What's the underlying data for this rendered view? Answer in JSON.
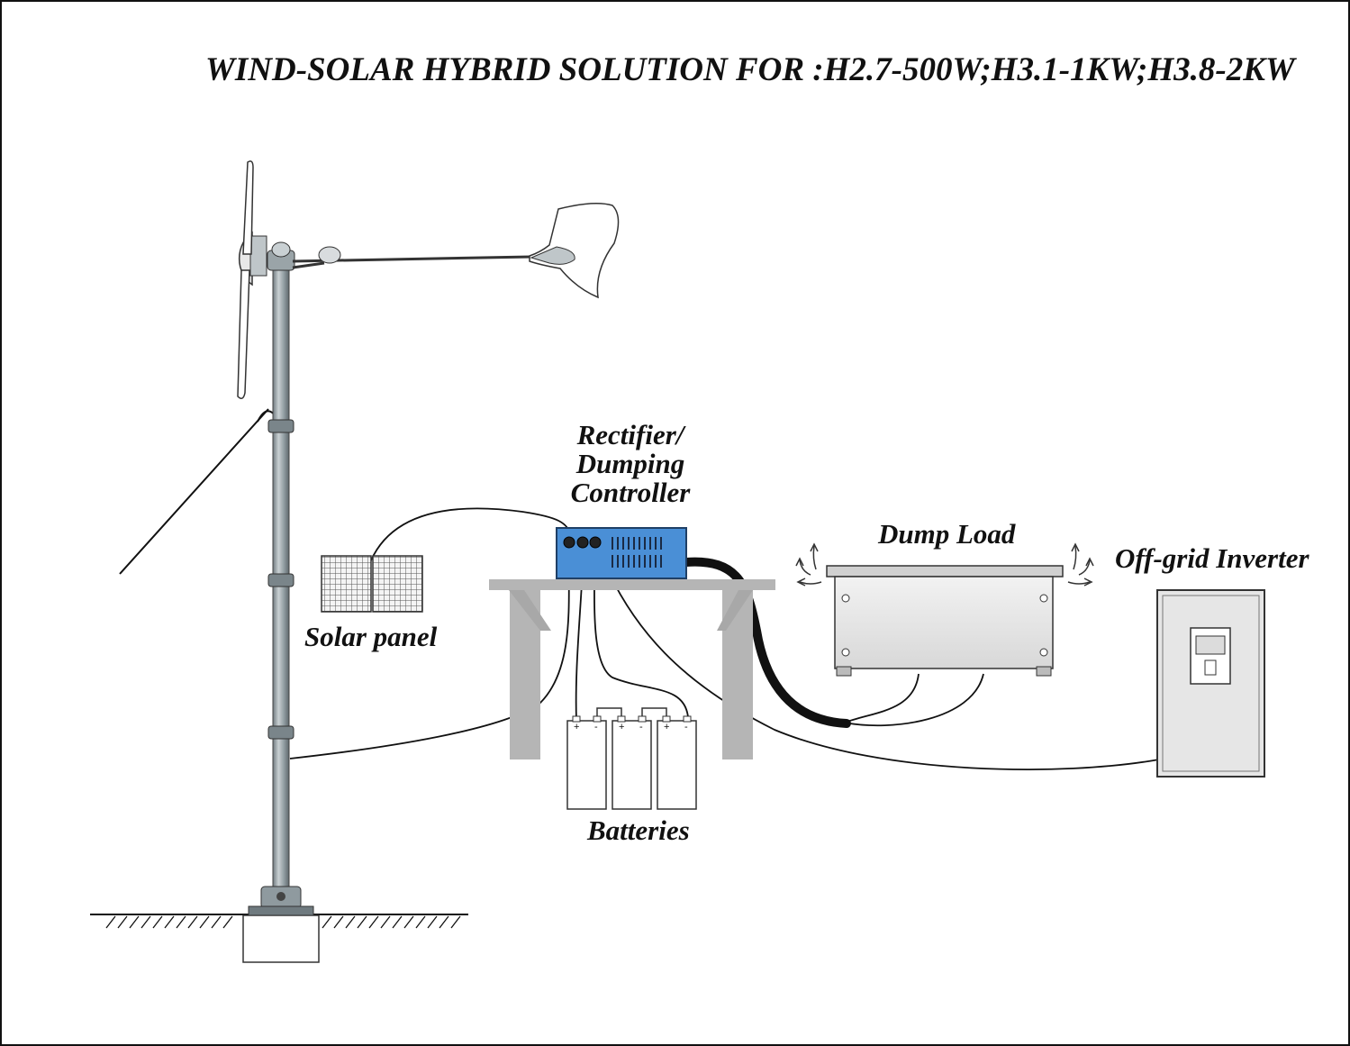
{
  "title": "WIND-SOLAR HYBRID SOLUTION FOR :H2.7-500W;H3.1-1KW;H3.8-2KW",
  "labels": {
    "controller_line1": "Rectifier/",
    "controller_line2": "Dumping",
    "controller_line3": "Controller",
    "dump_load": "Dump Load",
    "inverter": "Off-grid Inverter",
    "solar_panel": "Solar panel",
    "batteries": "Batteries"
  },
  "battery_terminals": {
    "positive": "+",
    "negative": "-"
  },
  "colors": {
    "controller_blue": "#4a8fd6",
    "pole_gray": "#8f9a9f",
    "table_gray": "#b5b5b5",
    "line": "#111111"
  },
  "icons": [
    "wind-turbine-icon",
    "solar-panel-icon",
    "controller-box-icon",
    "battery-icon",
    "dump-load-icon",
    "inverter-icon",
    "airflow-arrow-icon"
  ]
}
